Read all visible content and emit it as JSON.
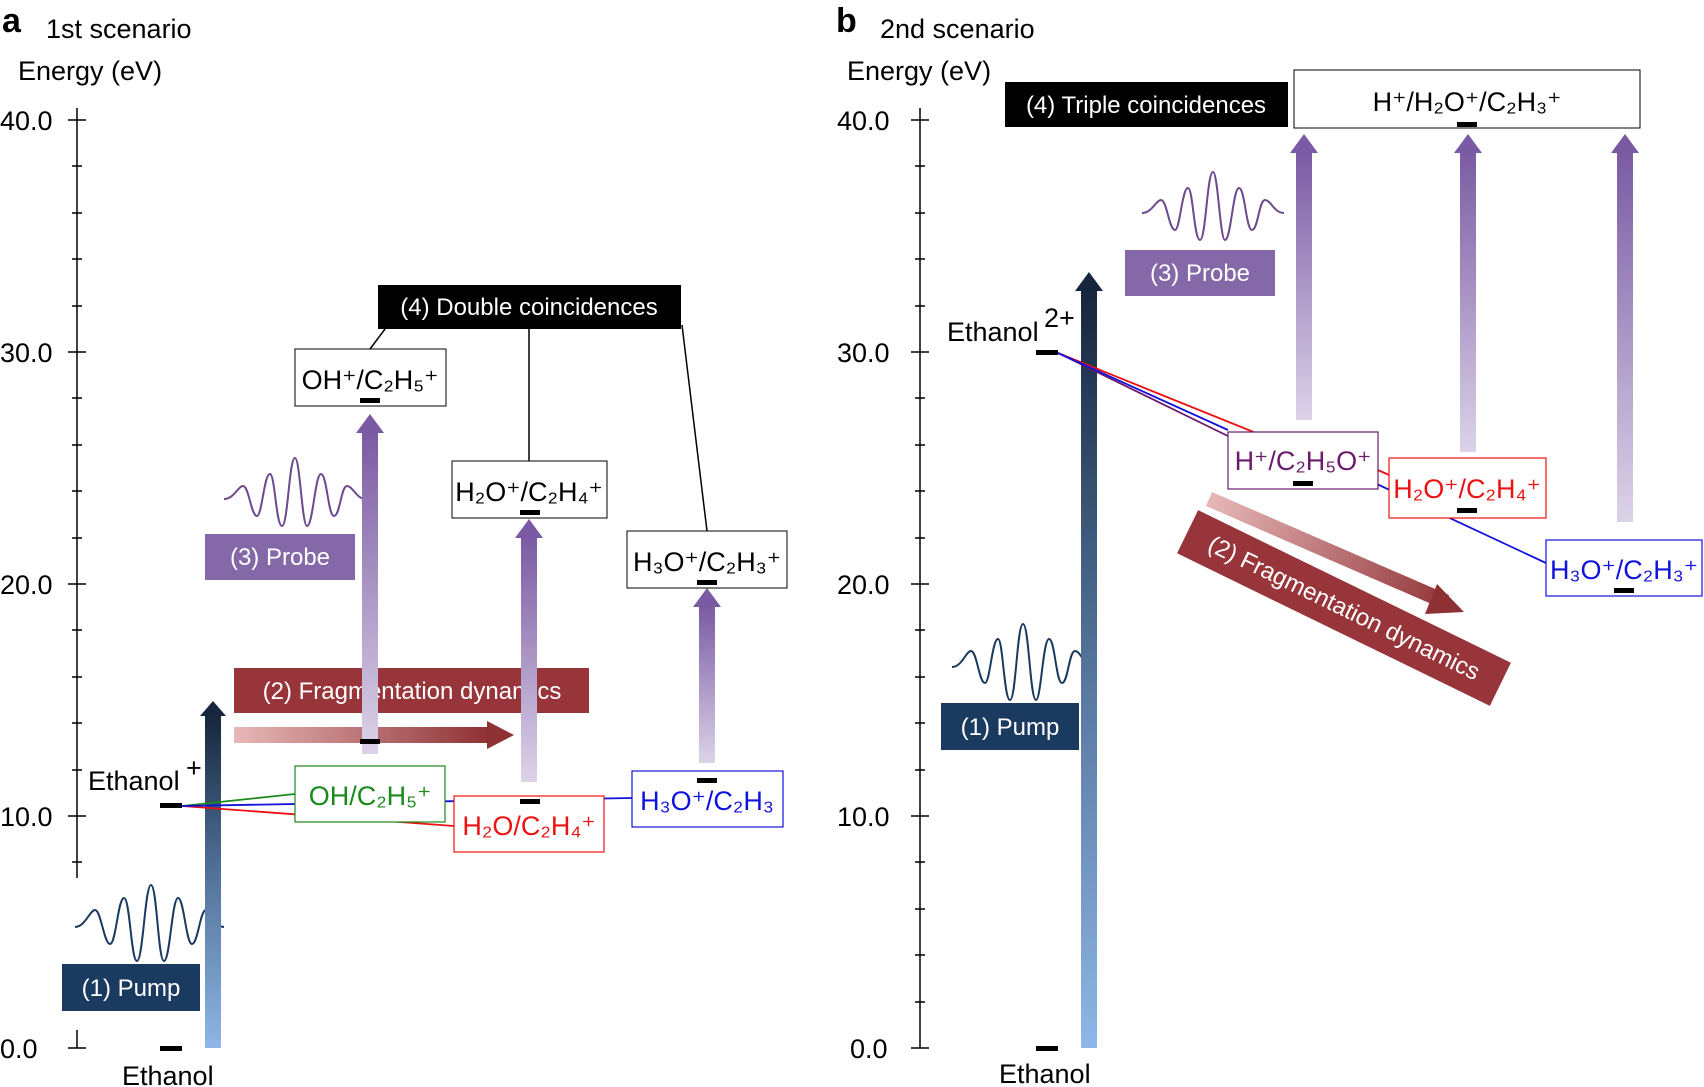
{
  "panel_a": {
    "letter": "a",
    "title": "1st scenario",
    "axis_label": "Energy (eV)",
    "ticks": [
      "40.0",
      "30.0",
      "20.0",
      "10.0",
      "0.0"
    ],
    "base_label": "Ethanol",
    "ion_label": "Ethanol",
    "ion_charge": "+",
    "pump_label": "(1) Pump",
    "frag_label": "(2) Fragmentation dynamics",
    "probe_label": "(3) Probe",
    "coinc_label": "(4) Double coincidences",
    "channels": {
      "ch1": {
        "color": "#1a8a1a",
        "text": "OH/C₂H₅⁺"
      },
      "ch2": {
        "color": "#ee1111",
        "text": "H₂O/C₂H₄⁺"
      },
      "ch3": {
        "color": "#1111dd",
        "text": "H₃O⁺/C₂H₃"
      }
    },
    "final": {
      "f1": "OH⁺/C₂H₅⁺",
      "f2": "H₂O⁺/C₂H₄⁺",
      "f3": "H₃O⁺/C₂H₃⁺"
    }
  },
  "panel_b": {
    "letter": "b",
    "title": "2nd scenario",
    "axis_label": "Energy (eV)",
    "ticks": [
      "40.0",
      "30.0",
      "20.0",
      "10.0",
      "0.0"
    ],
    "base_label": "Ethanol",
    "ion_label": "Ethanol",
    "ion_charge": "2+",
    "pump_label": "(1) Pump",
    "frag_label": "(2) Fragmentation dynamics",
    "probe_label": "(3) Probe",
    "coinc_label": "(4) Triple coincidences",
    "final": "H⁺/H₂O⁺/C₂H₃⁺",
    "channels": {
      "ch1": {
        "color": "#6b1a6b",
        "text": "H⁺/C₂H₅O⁺"
      },
      "ch2": {
        "color": "#ee1111",
        "text": "H₂O⁺/C₂H₄⁺"
      },
      "ch3": {
        "color": "#1111dd",
        "text": "H₃O⁺/C₂H₃⁺"
      }
    }
  },
  "colors": {
    "pump_box": "#1b3a5f",
    "frag_box": "#97353a",
    "probe_box": "#8468a8",
    "coinc_box": "#000000"
  }
}
